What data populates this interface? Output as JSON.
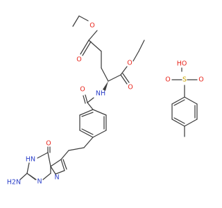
{
  "structure": {
    "atoms": {
      "o_ester_carbonyl_top": "O",
      "o_ester_ether_top": "O",
      "o_ester_carbonyl_right": "O",
      "o_ester_ether_right": "O",
      "nh_amide": "NH",
      "o_amide": "O",
      "oh_sulfonic": "HO",
      "s_sulfonic": "S",
      "o_sulfonic_left": "O",
      "o_sulfonic_right": "O",
      "o_pyrimidinone": "O",
      "nh_ring": "HN",
      "n_ring_pyrimidine": "N",
      "n_ring_pyrrole": "N",
      "nh2_amino": "H2N"
    },
    "colors": {
      "carbon": "#3d3d3d",
      "oxygen": "#e8251c",
      "nitrogen": "#2a3ec8",
      "sulfur": "#c9a300"
    }
  }
}
